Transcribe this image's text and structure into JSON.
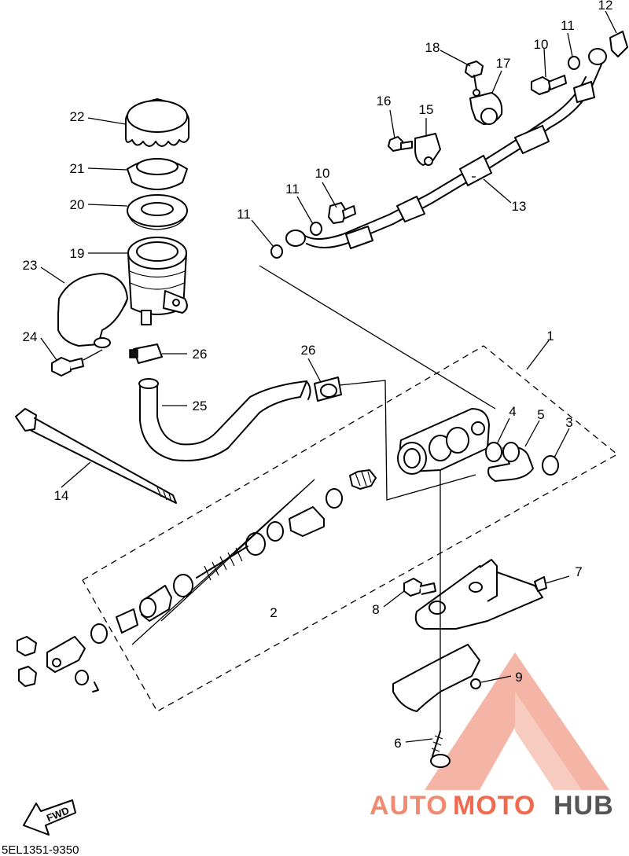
{
  "diagram": {
    "callouts": {
      "c1": "1",
      "c2": "2",
      "c3": "3",
      "c4": "4",
      "c5": "5",
      "c6": "6",
      "c7": "7",
      "c8": "8",
      "c9": "9",
      "c10a": "10",
      "c10b": "10",
      "c11a": "11",
      "c11b": "11",
      "c11c": "11",
      "c12": "12",
      "c13": "13",
      "c14": "14",
      "c15": "15",
      "c16": "16",
      "c17": "17",
      "c18": "18",
      "c19": "19",
      "c20": "20",
      "c21": "21",
      "c22": "22",
      "c23": "23",
      "c24": "24",
      "c25": "25",
      "c26a": "26",
      "c26b": "26"
    },
    "fwd_label": "FWD",
    "diagram_code": "5EL1351-9350"
  },
  "watermark": {
    "text_part1": "AUTO",
    "text_part2": "MOTO",
    "text_part3": "HUB",
    "color_primary": "#f08a72",
    "color_secondary": "#ef6a4f",
    "color_tertiary": "#555555"
  }
}
